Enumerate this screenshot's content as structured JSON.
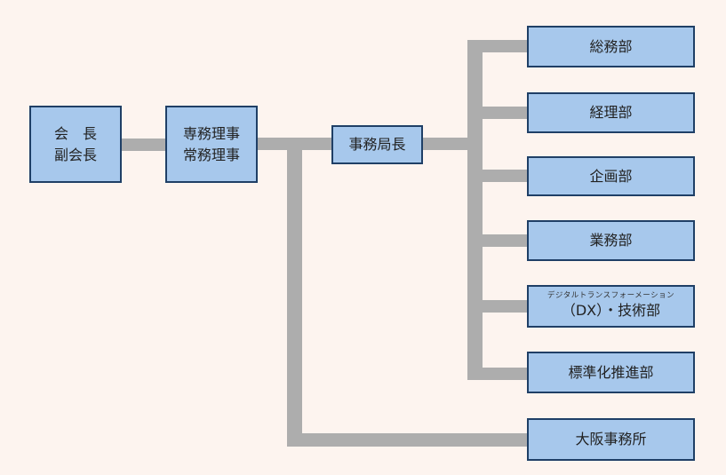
{
  "colors": {
    "background": "#fdf4ef",
    "box_fill": "#a7c8ec",
    "box_border": "#1f3f66",
    "connector": "#adadad"
  },
  "org": {
    "chairman": {
      "line1": "会　長",
      "line2": "副会長"
    },
    "directors": {
      "line1": "専務理事",
      "line2": "常務理事"
    },
    "secretary_general": {
      "label": "事務局長"
    },
    "departments": [
      {
        "label": "総務部"
      },
      {
        "label": "経理部"
      },
      {
        "label": "企画部"
      },
      {
        "label": "業務部"
      },
      {
        "ruby": "デジタルトランスフォーメーション",
        "label": "（DX）・技術部"
      },
      {
        "label": "標準化推進部"
      }
    ],
    "osaka_office": {
      "label": "大阪事務所"
    }
  }
}
